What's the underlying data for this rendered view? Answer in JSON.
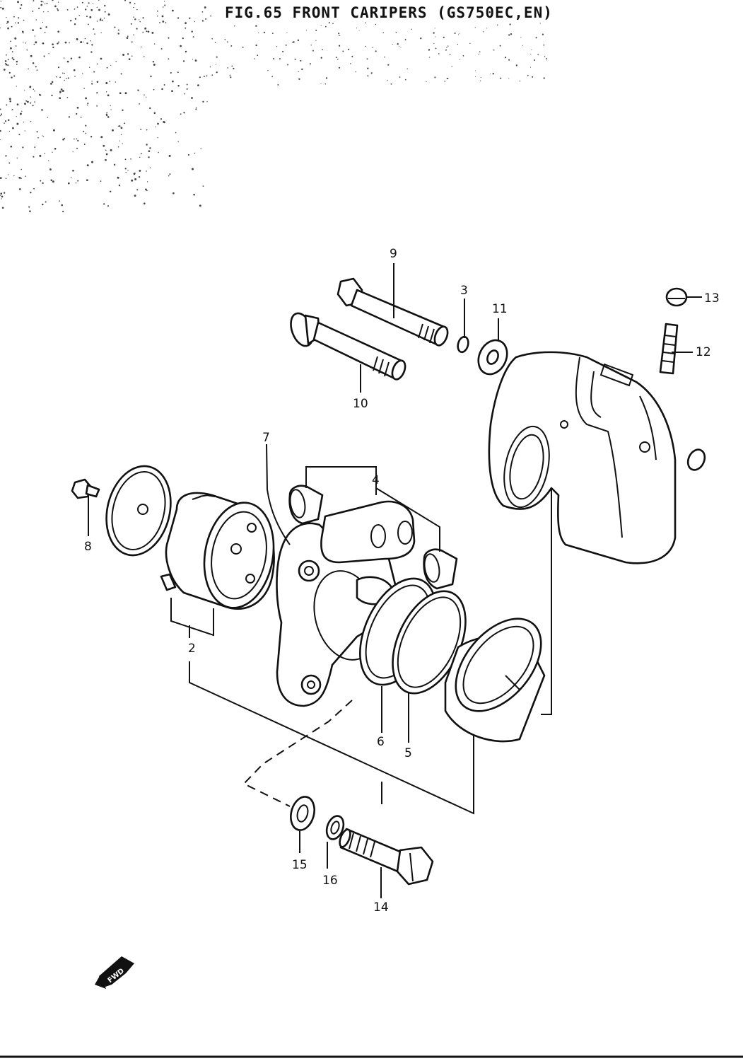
{
  "title": "FIG.65  FRONT CARIPERS (GS750EC,EN)",
  "callouts": [
    "2",
    "3",
    "4",
    "5",
    "6",
    "7",
    "8",
    "9",
    "10",
    "11",
    "12",
    "13",
    "14",
    "15",
    "16"
  ],
  "fwd_label": "FWD",
  "colors": {
    "ink": "#111111",
    "paper": "#ffffff"
  }
}
